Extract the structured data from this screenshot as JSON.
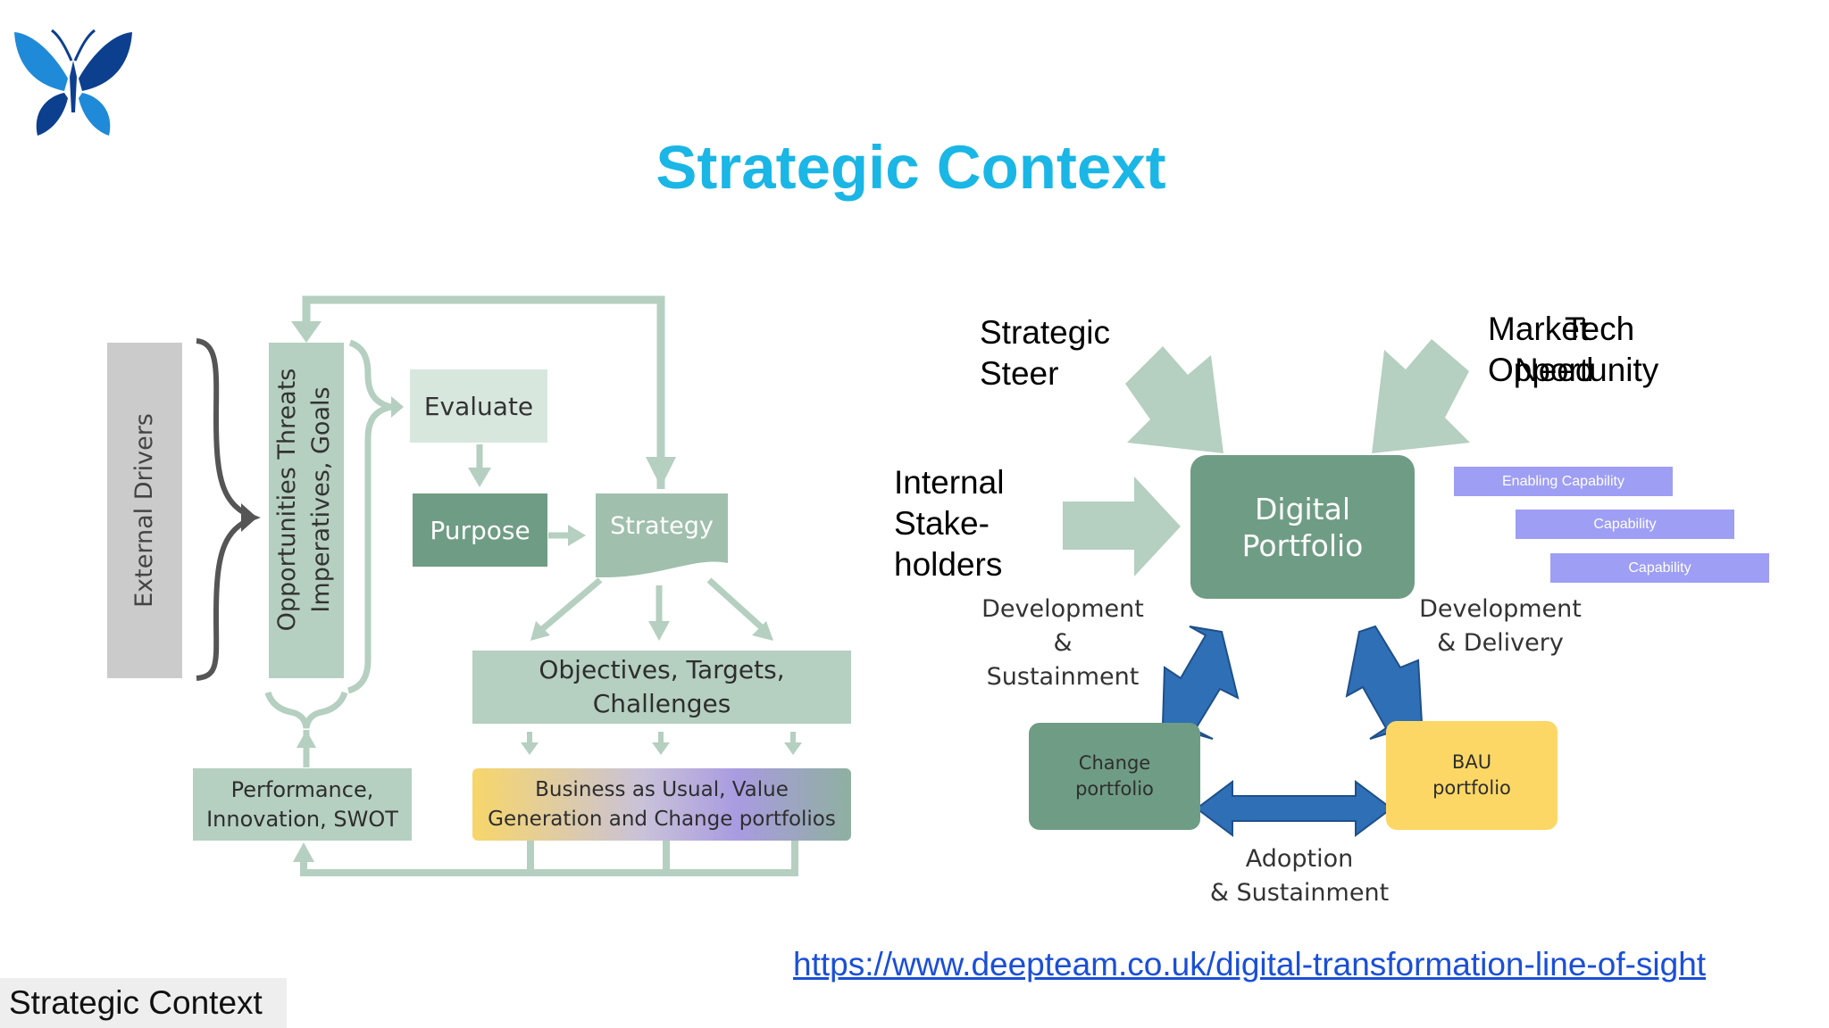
{
  "slide": {
    "title": "Strategic Context",
    "footer_label": "Strategic Context",
    "link": "https://www.deepteam.co.uk/digital-transformation-line-of-sight"
  },
  "left_diagram": {
    "external_drivers": "External Drivers",
    "opportunities_line1": "Opportunities Threats",
    "opportunities_line2": "Imperatives, Goals",
    "evaluate": "Evaluate",
    "purpose": "Purpose",
    "strategy": "Strategy",
    "objectives_line1": "Objectives, Targets,",
    "objectives_line2": "Challenges",
    "performance_line1": "Performance,",
    "performance_line2": "Innovation, SWOT",
    "bau_line1": "Business as Usual, Value",
    "bau_line2": "Generation and Change portfolios"
  },
  "right_diagram": {
    "strategic_steer_line1": "Strategic",
    "strategic_steer_line2": "Steer",
    "market_line1": "Market",
    "market_line2": "Opportunity",
    "tech_line1": "Tech",
    "tech_line2": "Need",
    "internal_line1": "Internal",
    "internal_line2": "Stake-",
    "internal_line3": "holders",
    "digital_line1": "Digital",
    "digital_line2": "Portfolio",
    "capabilities": [
      "Enabling Capability",
      "Capability",
      "Capability"
    ],
    "dev_sustain_line1": "Development &",
    "dev_sustain_line2": "Sustainment",
    "dev_delivery_line1": "Development",
    "dev_delivery_line2": "& Delivery",
    "change_line1": "Change",
    "change_line2": "portfolio",
    "bau_line1": "BAU",
    "bau_line2": "portfolio",
    "adoption_line1": "Adoption",
    "adoption_line2": "& Sustainment"
  },
  "colors": {
    "title": "#1ab6e6",
    "dark_green": "#6f9c84",
    "light_green": "#b5cfc0",
    "pale_green": "#d8e7de",
    "grey_box": "#c8c8c8",
    "arrow_blue": "#2f6fb5",
    "bau_yellow": "#fdd765",
    "capability_bar": "#9e9ef5"
  },
  "icons": [
    "butterfly-logo-icon"
  ]
}
